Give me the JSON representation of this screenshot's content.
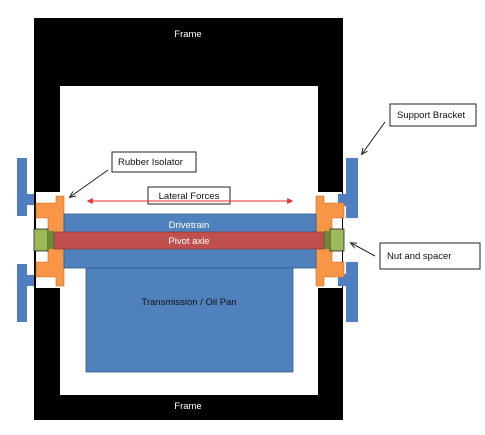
{
  "colors": {
    "frame": "#000000",
    "bracket": "#4f7fc0",
    "isolator": "#f79646",
    "nut": "#9bbb59",
    "drivetrain": "#4f81bd",
    "pivot_axle": "#c0504d",
    "transmission": "#4f81bd",
    "force_arrow": "#e8302c"
  },
  "labels": {
    "frame_top": "Frame",
    "frame_bottom": "Frame",
    "support_bracket": "Support Bracket",
    "rubber_isolator": "Rubber Isolator",
    "lateral_forces": "Lateral Forces",
    "drivetrain": "Drivetrain",
    "pivot_axle": "Pivot axle",
    "transmission": "Transmission / Oil Pan",
    "nut_and_spacer": "Nut and spacer"
  }
}
